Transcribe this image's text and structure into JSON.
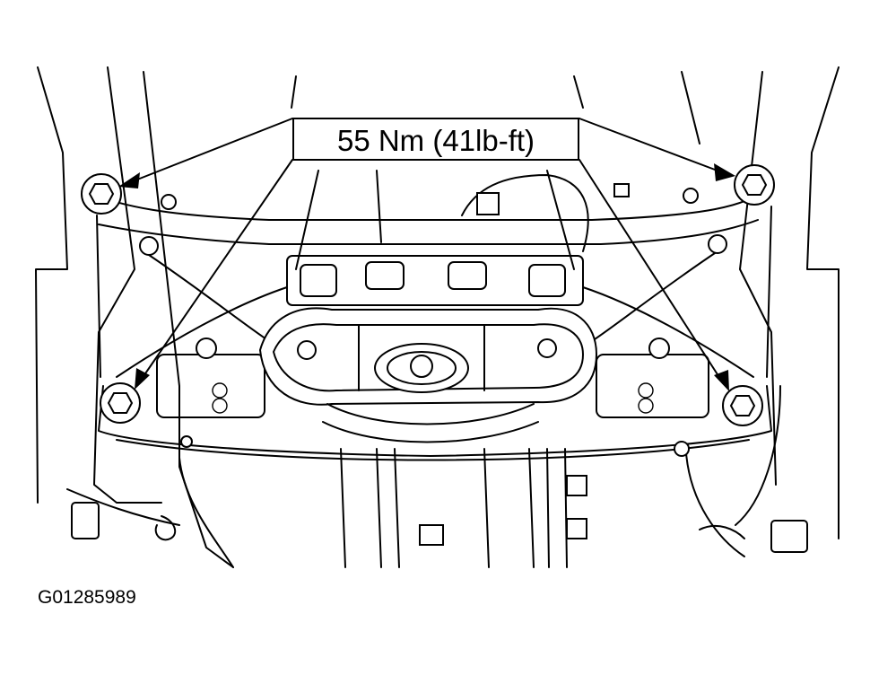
{
  "callout": {
    "torque": "55 Nm (41lb-ft)"
  },
  "figure": {
    "id": "G01285989"
  },
  "bolts": [
    {
      "position": "upper-left"
    },
    {
      "position": "upper-right"
    },
    {
      "position": "lower-left"
    },
    {
      "position": "lower-right"
    }
  ],
  "colors": {
    "ink": "#000000",
    "paper": "#ffffff"
  }
}
